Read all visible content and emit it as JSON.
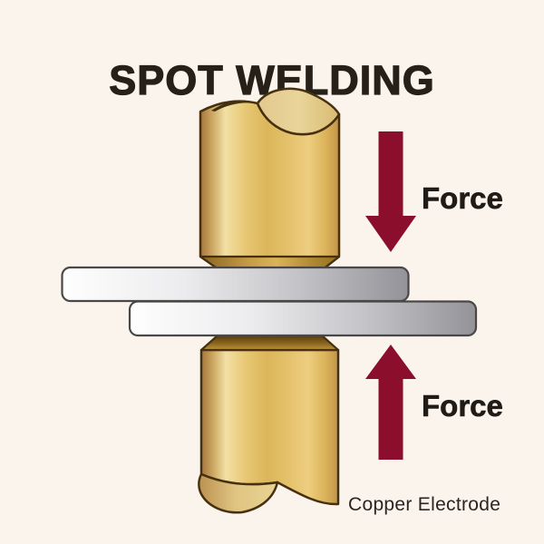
{
  "title": "SPOT WELDING",
  "labels": {
    "force_top": "Force",
    "force_bottom": "Force",
    "copper_electrode": "Copper Electrode"
  },
  "diagram": {
    "type": "spot-welding-illustration",
    "components": {
      "electrodes": {
        "count": 2,
        "positions": [
          "top",
          "bottom"
        ],
        "label": "Copper Electrode",
        "body_color": "#E3C06A",
        "highlight_color": "#F2E0A4",
        "shadow_color": "#A5763C",
        "outline_color": "#46300F"
      },
      "metal_sheets": {
        "count": 2,
        "positions": [
          "upper (offset left)",
          "lower (offset right)"
        ],
        "fill_left": "#FEFEFE",
        "fill_right": "#939398",
        "outline_color": "#4A4846"
      },
      "force_arrows": {
        "count": 2,
        "directions": [
          "down",
          "up"
        ],
        "color": "#8C0E2D"
      }
    }
  },
  "colors": {
    "background": "#FAF4ED",
    "text": "#262019",
    "arrow_red": "#8C0E2D"
  }
}
